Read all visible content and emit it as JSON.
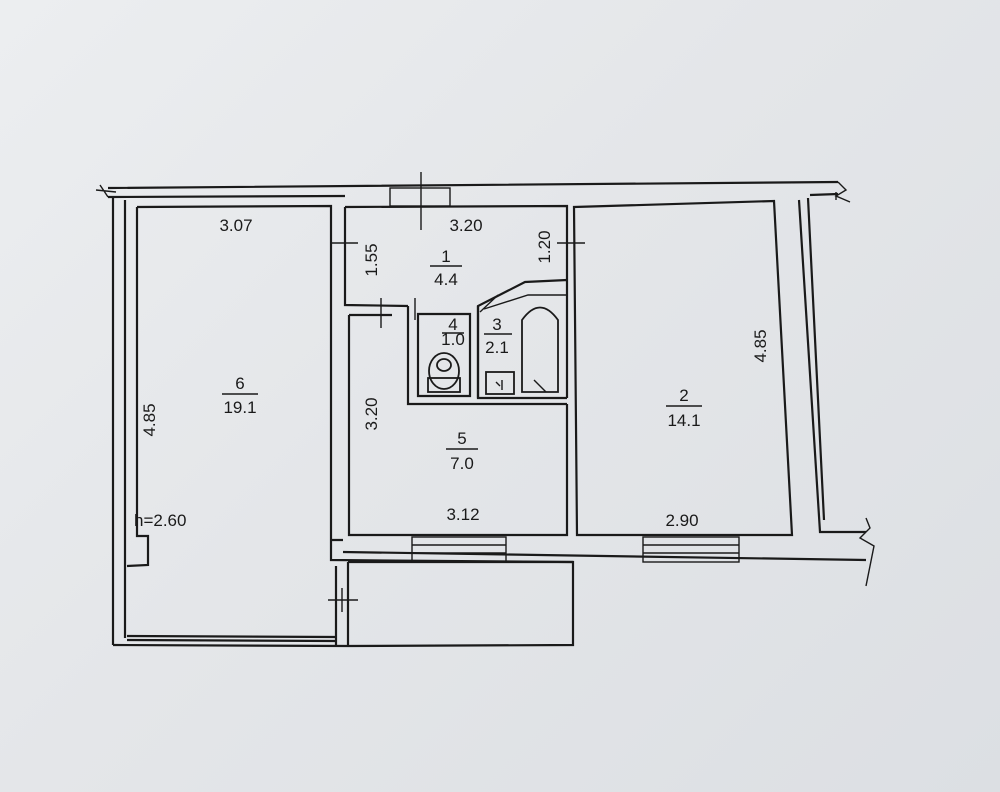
{
  "rooms": [
    {
      "number": "1",
      "area": "4.4"
    },
    {
      "number": "2",
      "area": "14.1"
    },
    {
      "number": "3",
      "area": "2.1"
    },
    {
      "number": "4",
      "area": "1.0"
    },
    {
      "number": "5",
      "area": "7.0"
    },
    {
      "number": "6",
      "area": "19.1"
    }
  ],
  "dimensions": {
    "room6_width": "3.07",
    "room6_length": "4.85",
    "room1_width": "3.20",
    "room1_left": "1.55",
    "room1_right": "1.20",
    "room5_height": "3.20",
    "room5_width": "3.12",
    "room2_length": "4.85",
    "room2_width": "2.90"
  },
  "ceiling_height": "h=2.60"
}
